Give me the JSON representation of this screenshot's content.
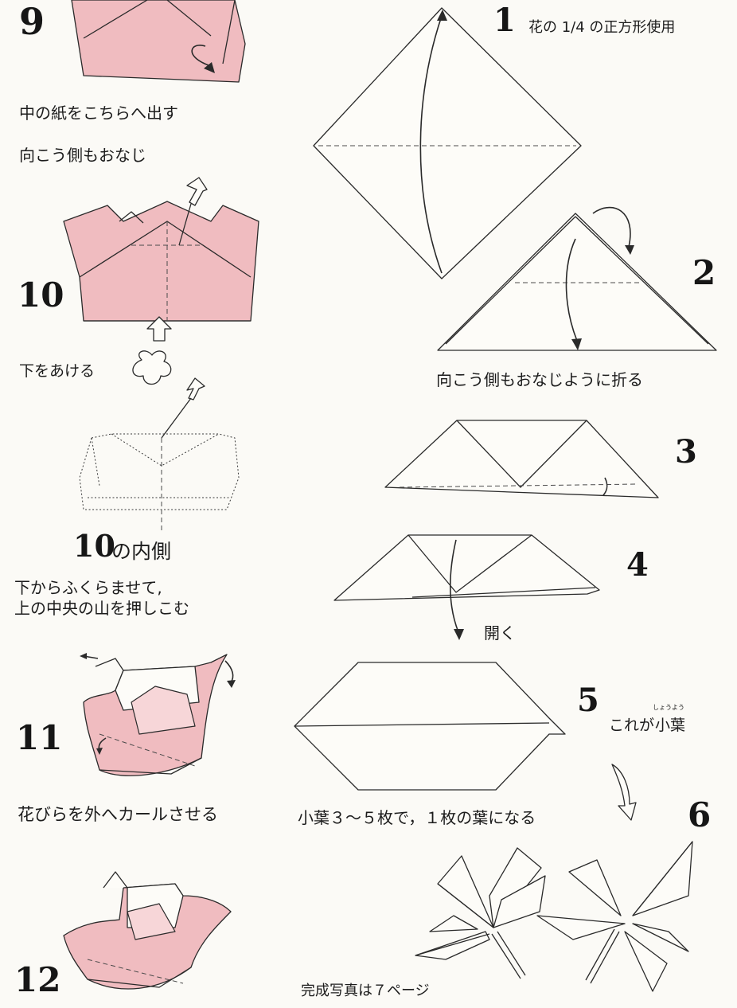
{
  "left": {
    "step9_num": "9",
    "step9_line1": "中の紙をこちらへ出す",
    "step9_line2": "向こう側もおなじ",
    "step10_num": "10",
    "step10_caption": "下をあける",
    "inner_num": "10",
    "inner_suffix": "の内側",
    "inner_line1": "下からふくらませて,",
    "inner_line2": "上の中央の山を押しこむ",
    "step11_num": "11",
    "step11_caption": "花びらを外へカールさせる",
    "step12_num": "12"
  },
  "right": {
    "step1_num": "1",
    "step1_note": "花の 1/4 の正方形使用",
    "step2_num": "2",
    "step2_caption": "向こう側もおなじように折る",
    "step3_num": "3",
    "step4_num": "4",
    "step4_caption": "開く",
    "step5_num": "5",
    "step5_note_prefix": "これが",
    "step5_note_word": "小葉",
    "step5_note_ruby": "しょうよう",
    "step6_num": "6",
    "leaves_caption": "小葉３～５枚で，１枚の葉になる",
    "footer_note": "完成写真は７ページ"
  },
  "colors": {
    "paper_pink": "#f0bcc0",
    "paper_white": "#fdfcf8",
    "ink": "#1c1c1c"
  }
}
